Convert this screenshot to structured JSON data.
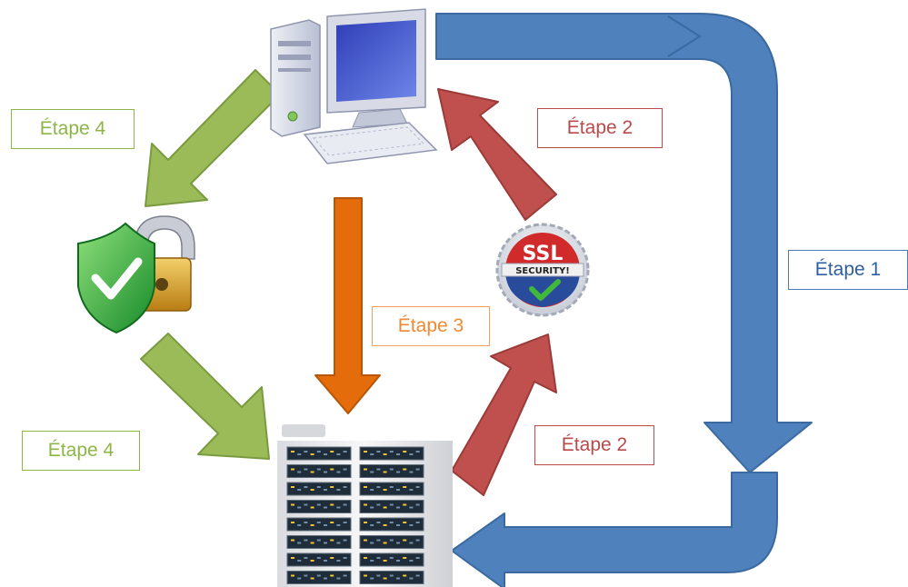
{
  "labels": {
    "step4_top": "Étape 4",
    "step4_bottom": "Étape 4",
    "step2_top": "Étape 2",
    "step2_bottom": "Étape 2",
    "step3": "Étape 3",
    "step1": "Étape 1"
  },
  "badge": {
    "ssl": "SSL",
    "security": "SECURITY!"
  },
  "colors": {
    "green": "#8db648",
    "red": "#c0504d",
    "orange": "#e46c0a",
    "blue": "#4f81bd"
  },
  "icons": {
    "computer": "desktop-computer-icon",
    "lock": "shield-padlock-icon",
    "ssl": "ssl-security-badge-icon",
    "server": "server-rack-icon"
  }
}
